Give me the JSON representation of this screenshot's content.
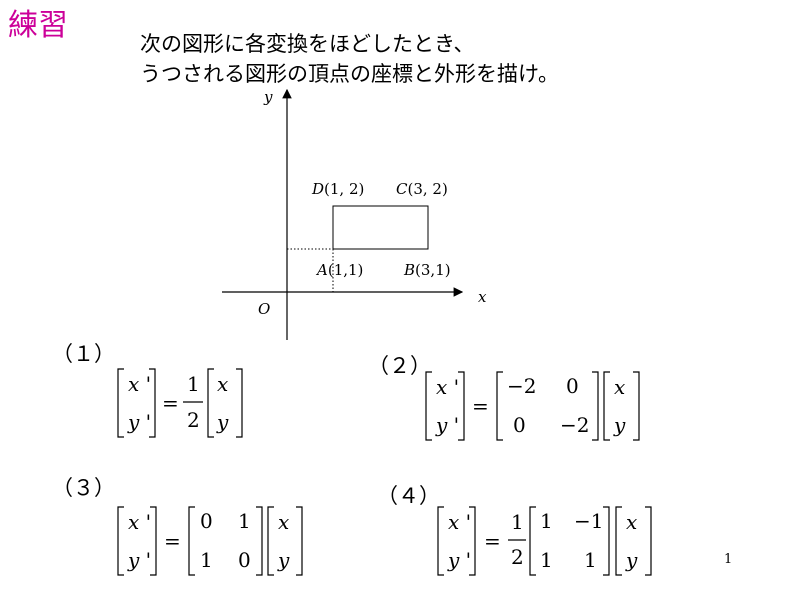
{
  "slide": {
    "title": "練習",
    "instruction_lines": [
      "次の図形に各変換をほどしたとき、",
      "うつされる図形の頂点の座標と外形を描け。"
    ],
    "page_number": "1",
    "colors": {
      "title": "#cc0099",
      "text": "#000000",
      "background": "#ffffff"
    }
  },
  "graph": {
    "x_axis_label": "x",
    "y_axis_label": "y",
    "origin_label": "O",
    "points": [
      {
        "name": "A",
        "coords": "(1,1)",
        "x": 1,
        "y": 1
      },
      {
        "name": "B",
        "coords": "(3,1)",
        "x": 3,
        "y": 1
      },
      {
        "name": "C",
        "coords": "(3, 2)",
        "x": 3,
        "y": 2
      },
      {
        "name": "D",
        "coords": "(1, 2)",
        "x": 1,
        "y": 2
      }
    ]
  },
  "problems": [
    {
      "label": "（１）",
      "coef_num": "1",
      "coef_den": "2",
      "matrix": []
    },
    {
      "label": "（２）",
      "matrix": [
        [
          "−2",
          "0"
        ],
        [
          "0",
          "−2"
        ]
      ]
    },
    {
      "label": "（３）",
      "matrix": [
        [
          "0",
          "1"
        ],
        [
          "1",
          "0"
        ]
      ]
    },
    {
      "label": "（４）",
      "coef_num": "1",
      "coef_den": "2",
      "matrix": [
        [
          "1",
          "−1"
        ],
        [
          "1",
          "1"
        ]
      ]
    }
  ],
  "vectors": {
    "lhs": [
      "x '",
      "y '"
    ],
    "rhs": [
      "x",
      "y"
    ],
    "equals": "="
  }
}
